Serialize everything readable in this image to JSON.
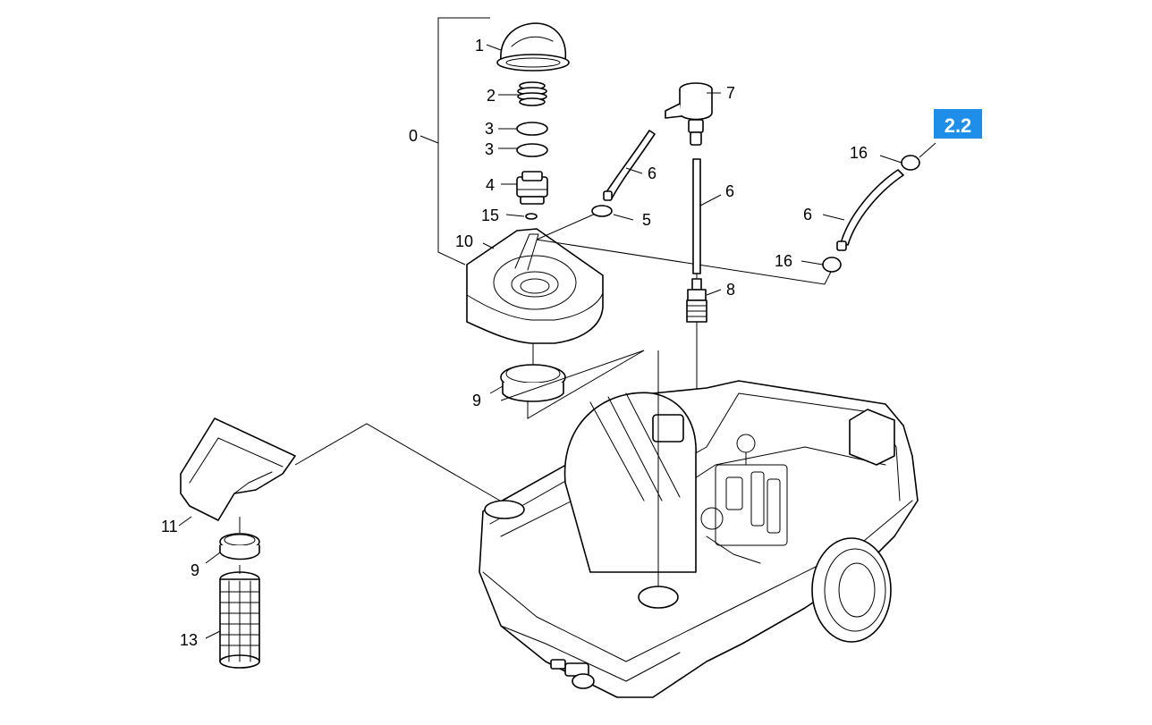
{
  "section_badge": "2.2",
  "callouts": {
    "c0": "0",
    "c1": "1",
    "c2": "2",
    "c3a": "3",
    "c3b": "3",
    "c4": "4",
    "c15": "15",
    "c10": "10",
    "c6a": "6",
    "c5": "5",
    "c7": "7",
    "c6b": "6",
    "c8": "8",
    "c16a": "16",
    "c6c": "6",
    "c16b": "16",
    "c9a": "9",
    "c11": "11",
    "c9b": "9",
    "c13": "13"
  },
  "colors": {
    "badge": "#1f8ee8",
    "lines": "#000000",
    "background": "#ffffff"
  }
}
